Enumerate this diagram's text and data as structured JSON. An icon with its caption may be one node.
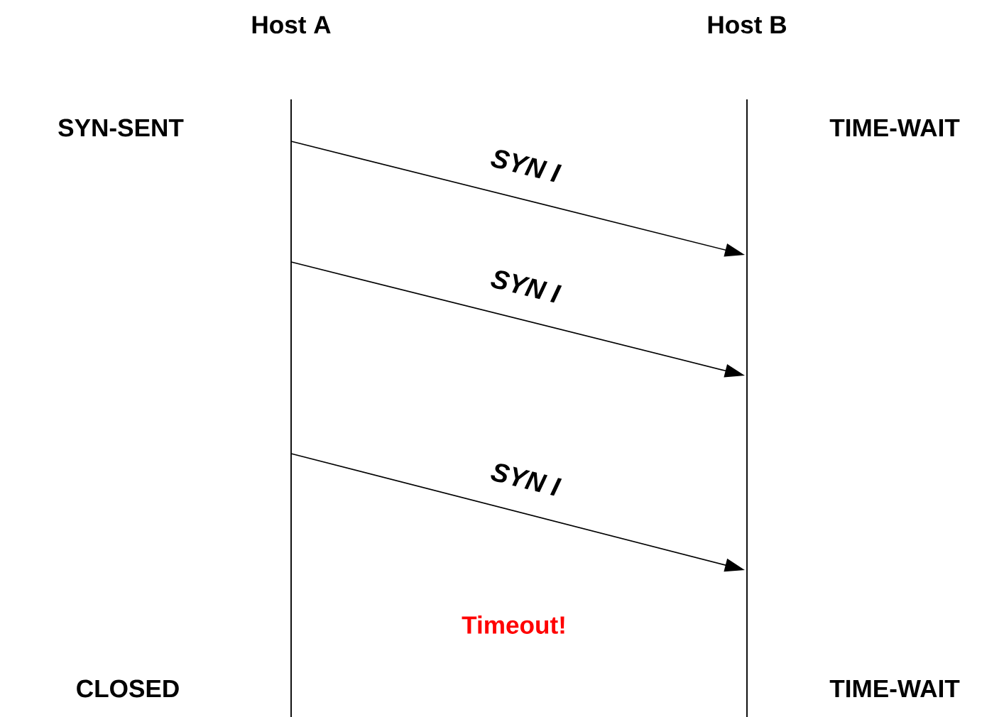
{
  "diagram": {
    "nodes": [
      {
        "text": [
          "Host A"
        ]
      },
      {
        "text": [
          "Host B"
        ]
      }
    ],
    "edges": [
      {
        "from": 0,
        "to": 1,
        "arrow": "to",
        "label": "SYN I"
      },
      {
        "from": 0,
        "to": 1,
        "arrow": "to",
        "label": "SYN I"
      },
      {
        "from": 0,
        "to": 1,
        "arrow": "to",
        "label": "SYN I"
      }
    ],
    "labels": [
      "SYN-SENT",
      "TIME-WAIT",
      "Timeout!",
      "CLOSED",
      "TIME-WAIT"
    ]
  }
}
